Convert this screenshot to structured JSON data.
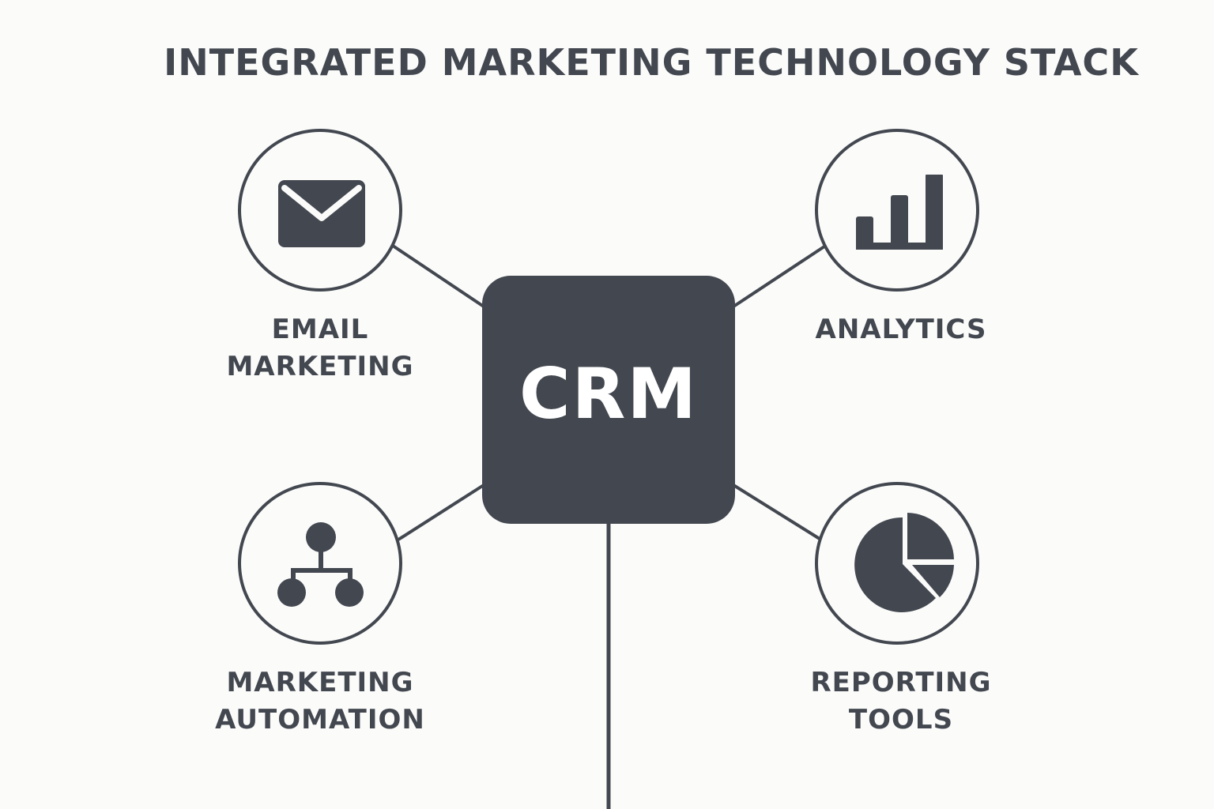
{
  "diagram": {
    "title": "INTEGRATED MARKETING TECHNOLOGY STACK",
    "hub": {
      "label": "CRM",
      "color": "#434850",
      "text_color": "#ffffff"
    },
    "nodes": [
      {
        "id": "email-marketing",
        "icon": "envelope-icon",
        "label_lines": [
          "EMAIL",
          "MARKETING"
        ],
        "position": "top-left"
      },
      {
        "id": "analytics",
        "icon": "bar-chart-icon",
        "label_lines": [
          "ANALYTICS"
        ],
        "position": "top-right"
      },
      {
        "id": "marketing-automation",
        "icon": "hierarchy-icon",
        "label_lines": [
          "MARKETING",
          "AUTOMATION"
        ],
        "position": "bottom-left"
      },
      {
        "id": "reporting-tools",
        "icon": "pie-chart-icon",
        "label_lines": [
          "REPORTING",
          "TOOLS"
        ],
        "position": "bottom-right"
      }
    ],
    "edges": [
      {
        "from": "CRM",
        "to": "email-marketing"
      },
      {
        "from": "CRM",
        "to": "analytics"
      },
      {
        "from": "CRM",
        "to": "marketing-automation"
      },
      {
        "from": "CRM",
        "to": "reporting-tools"
      },
      {
        "from": "CRM",
        "to": "bottom-offscreen"
      }
    ],
    "colors": {
      "background": "#fbfbfa",
      "foreground": "#434850"
    }
  }
}
